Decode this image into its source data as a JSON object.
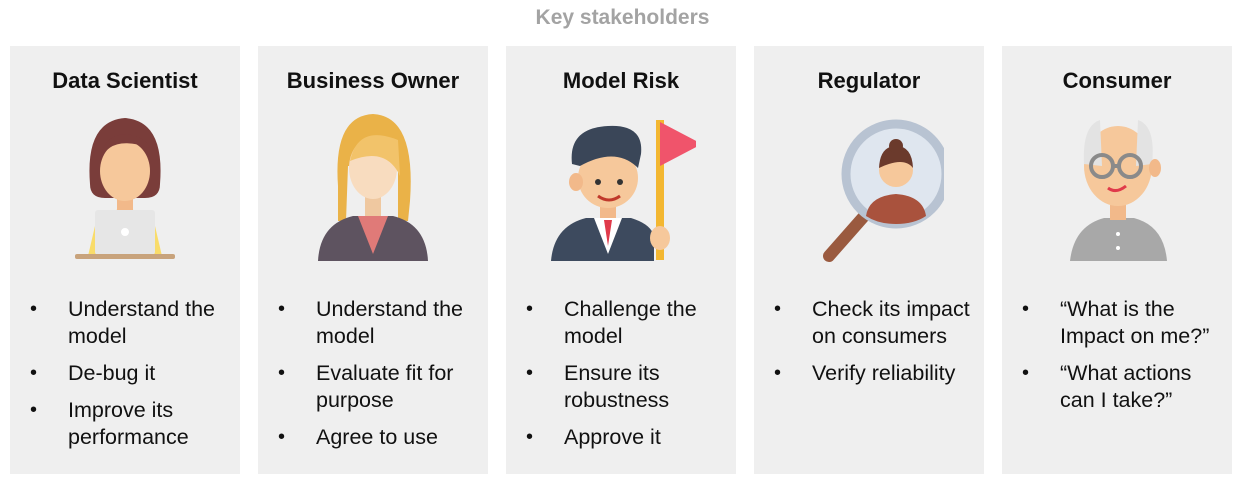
{
  "title": "Key stakeholders",
  "cards": [
    {
      "title": "Data Scientist",
      "bullets": [
        "Understand the model",
        "De-bug it",
        "Improve its performance"
      ]
    },
    {
      "title": "Business Owner",
      "bullets": [
        "Understand the model",
        "Evaluate fit for purpose",
        "Agree to use"
      ]
    },
    {
      "title": "Model Risk",
      "bullets": [
        "Challenge the model",
        "Ensure its robustness",
        "Approve it"
      ]
    },
    {
      "title": "Regulator",
      "bullets": [
        "Check its impact on consumers",
        "Verify reliability"
      ]
    },
    {
      "title": "Consumer",
      "bullets": [
        "“What is the Impact on me?”",
        "“What actions can I take?”"
      ]
    }
  ],
  "icons": [
    "data-scientist-icon",
    "business-owner-icon",
    "model-risk-icon",
    "regulator-icon",
    "consumer-icon"
  ],
  "colors": {
    "card_bg": "#efefef",
    "title_gray": "#a3a3a3",
    "flag_red": "#f0546b",
    "skin": "#f6c89b"
  }
}
